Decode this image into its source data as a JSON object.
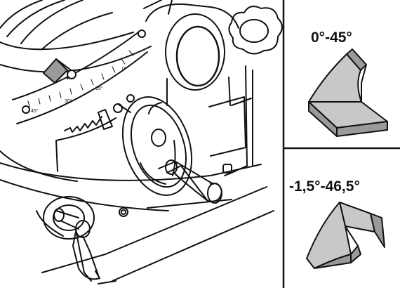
{
  "angle_ranges": {
    "standard": "0°-45°",
    "extended": "-1,5°-46,5°"
  },
  "scale": {
    "labels": [
      "45°",
      "30°",
      "15°",
      "0°"
    ]
  },
  "colors": {
    "line": "#111111",
    "block_face": "#c8c8c8",
    "block_side": "#9a9a9a",
    "background": "#ffffff"
  }
}
